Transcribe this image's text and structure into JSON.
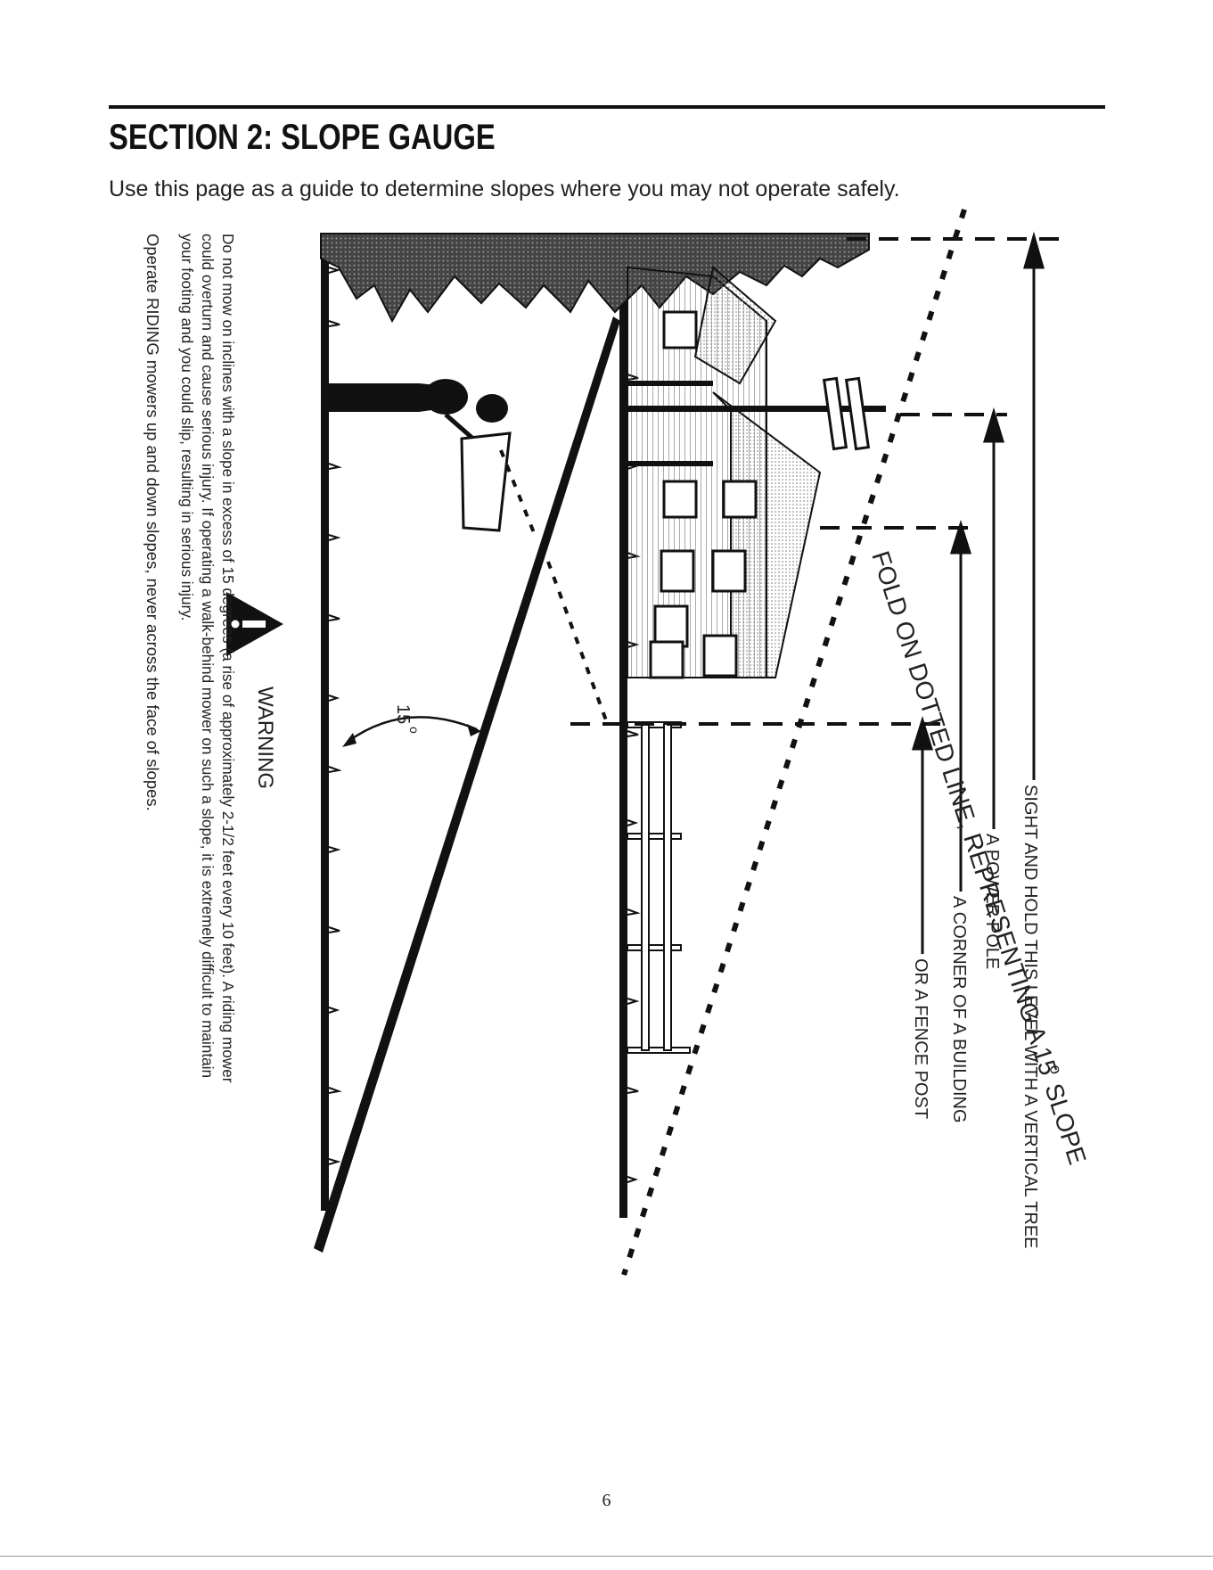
{
  "header": {
    "title": "SECTION 2:  SLOPE GAUGE",
    "intro": "Use this page as a guide to determine slopes where you may not operate safely."
  },
  "warning": {
    "heading": "WARNING",
    "lines": [
      "Do not mow on inclines with a slope in excess of 15 degrees (a rise of approximately 2-1/2 feet every 10 feet). A riding mower",
      "could overturn and cause serious injury. If operating a walk-behind mower on such a slope, it is extremely difficult to maintain",
      "your footing and you could slip, resulting in serious injury."
    ],
    "riding_instruction": "Operate RIDING mowers up and down slopes, never across the face of slopes."
  },
  "gauge": {
    "angle_label": "15",
    "degree_mark": "o",
    "fold_label_1": "FOLD ON DOTTED LINE, REPRESENTING A 15",
    "fold_label_2": "SLOPE"
  },
  "sighting": {
    "tree": "SIGHT AND HOLD THIS LEVEL WITH A VERTICAL TREE",
    "pole": "A POWER POLE",
    "building": "A CORNER OF A BUILDING",
    "fence": "OR A FENCE POST"
  },
  "footer": {
    "page_number": "6"
  }
}
